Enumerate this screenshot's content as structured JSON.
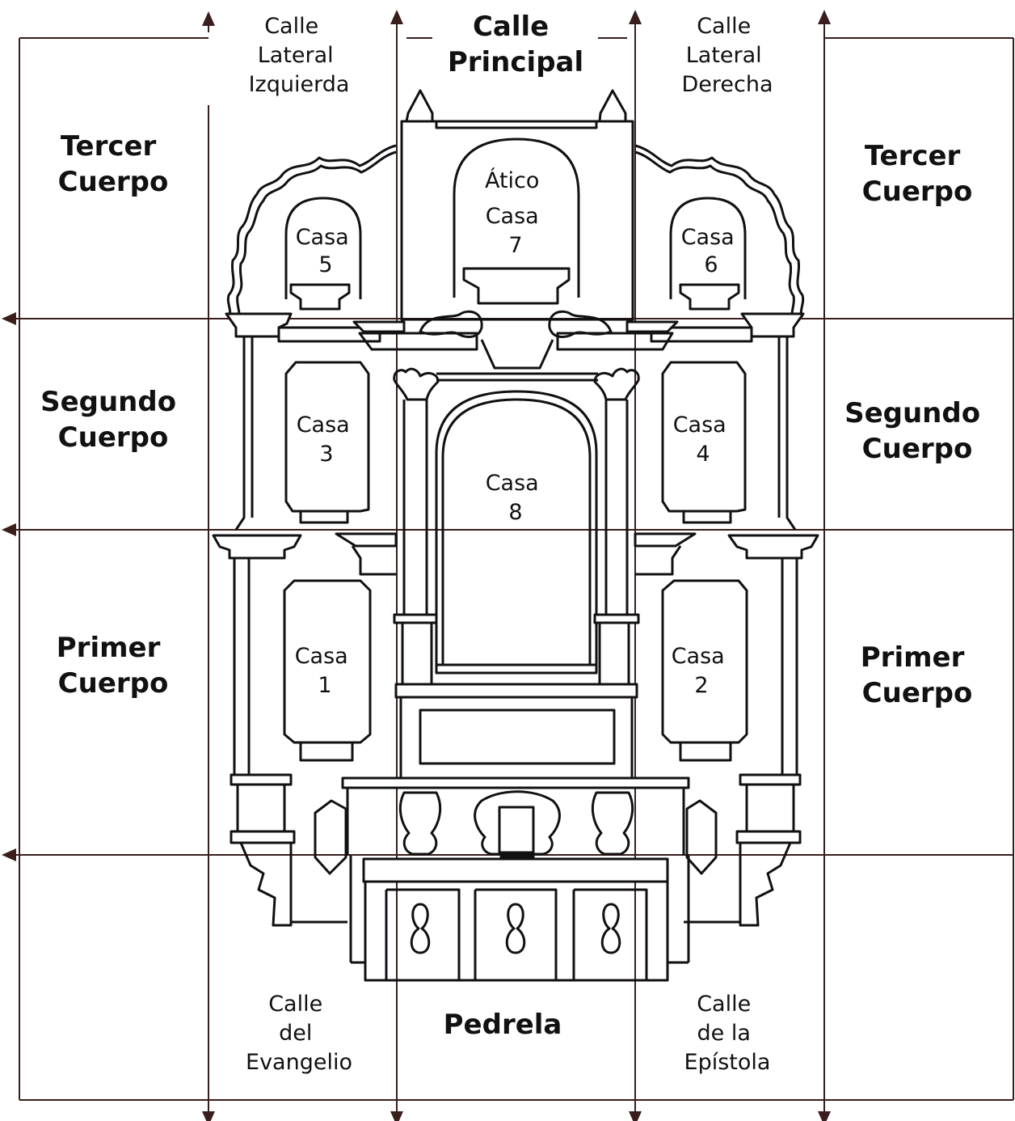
{
  "header": {
    "calle_izq": [
      "Calle",
      "Lateral",
      "Izquierda"
    ],
    "calle_principal": [
      "Calle",
      "Principal"
    ],
    "calle_der": [
      "Calle",
      "Lateral",
      "Derecha"
    ]
  },
  "rows": {
    "tercer_left": [
      "Tercer",
      "Cuerpo"
    ],
    "tercer_right": [
      "Tercer",
      "Cuerpo"
    ],
    "segundo_left": [
      "Segundo",
      "Cuerpo"
    ],
    "segundo_right": [
      "Segundo",
      "Cuerpo"
    ],
    "primer_left": [
      "Primer",
      "Cuerpo"
    ],
    "primer_right": [
      "Primer",
      "Cuerpo"
    ]
  },
  "footer": {
    "evangelio": [
      "Calle",
      "del",
      "Evangelio"
    ],
    "pedrela": "Pedrela",
    "epistola": [
      "Calle",
      "de la",
      "Epístola"
    ]
  },
  "casas": {
    "casa1": [
      "Casa",
      "1"
    ],
    "casa2": [
      "Casa",
      "2"
    ],
    "casa3": [
      "Casa",
      "3"
    ],
    "casa4": [
      "Casa",
      "4"
    ],
    "casa5": [
      "Casa",
      "5"
    ],
    "casa6": [
      "Casa",
      "6"
    ],
    "casa7": [
      "Ático",
      "Casa",
      "7"
    ],
    "casa8": [
      "Casa",
      "8"
    ]
  }
}
